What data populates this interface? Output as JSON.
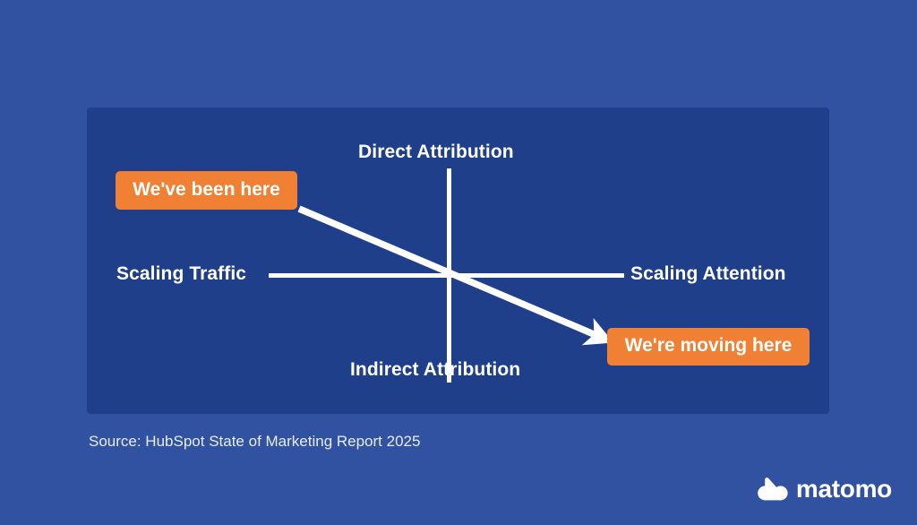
{
  "slide": {
    "background_color": "#3052a0",
    "panel_color": "#1f3f8a",
    "accent_color": "#ef8034",
    "line_color": "#ffffff"
  },
  "chart_data": {
    "type": "scatter",
    "title": "",
    "subtitle": "",
    "quadrant_axes": {
      "y_top_label": "Direct Attribution",
      "y_bottom_label": "Indirect Attribution",
      "x_left_label": "Scaling Traffic",
      "x_right_label": "Scaling Attention"
    },
    "xlabel": "",
    "ylabel": "",
    "grid": false,
    "legend": "none",
    "annotations": [
      {
        "id": "been-here",
        "label": "We've been here",
        "quadrant": "top-left",
        "meaning": "Scaling Traffic / Direct Attribution",
        "color": "#ef8034"
      },
      {
        "id": "moving-here",
        "label": "We're moving here",
        "quadrant": "bottom-right",
        "meaning": "Scaling Attention / Indirect Attribution",
        "color": "#ef8034"
      }
    ],
    "arrow": {
      "from": "We've been here",
      "to": "We're moving here",
      "direction": "top-left to bottom-right",
      "color": "#ffffff"
    }
  },
  "axis_labels": {
    "top": "Direct Attribution",
    "bottom": "Indirect Attribution",
    "left": "Scaling Traffic",
    "right": "Scaling Attention"
  },
  "badges": {
    "been_here": "We've been here",
    "moving_here": "We're moving here"
  },
  "footer": {
    "source": "Source: HubSpot State of Marketing Report 2025"
  },
  "brand": {
    "name": "matomo",
    "logo_icon": "matomo-m-icon"
  }
}
